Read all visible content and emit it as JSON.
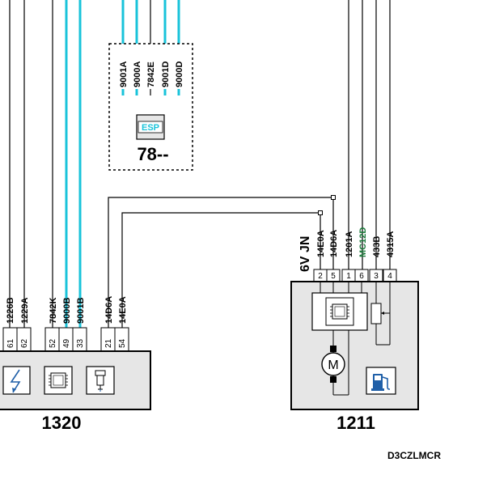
{
  "colors": {
    "cyan": "#19c3da",
    "black": "#000000",
    "module_fill": "#e6e6e6",
    "green_label": "#1a7a3a",
    "pump_blue": "#1f5fa8"
  },
  "esp_module": {
    "code": "78--",
    "icon_text": "ESP",
    "wires": [
      "9001A",
      "9000A",
      "7842E",
      "9001D",
      "9000D"
    ]
  },
  "module_1320": {
    "code": "1320",
    "wires": [
      "1226B",
      "1229A",
      "7842K",
      "9000B",
      "9001B",
      "14D6A",
      "14E0A"
    ],
    "pins": [
      "61",
      "62",
      "52",
      "49",
      "33",
      "21",
      "54"
    ],
    "icons": [
      "ignition-coil-icon",
      "ecu-chip-icon",
      "injector-icon"
    ]
  },
  "module_1211": {
    "code": "1211",
    "connector_label": "6V JN",
    "wires": [
      "14E0A",
      "14D6A",
      "1201A",
      "MC12D",
      "433B",
      "4315A"
    ],
    "pins": [
      "2",
      "5",
      "1",
      "6",
      "3",
      "4"
    ],
    "icons": [
      "ecu-chip-icon",
      "motor-icon",
      "fuel-pump-icon",
      "sensor-resistor-icon"
    ]
  },
  "reference": "D3CZLMCR"
}
